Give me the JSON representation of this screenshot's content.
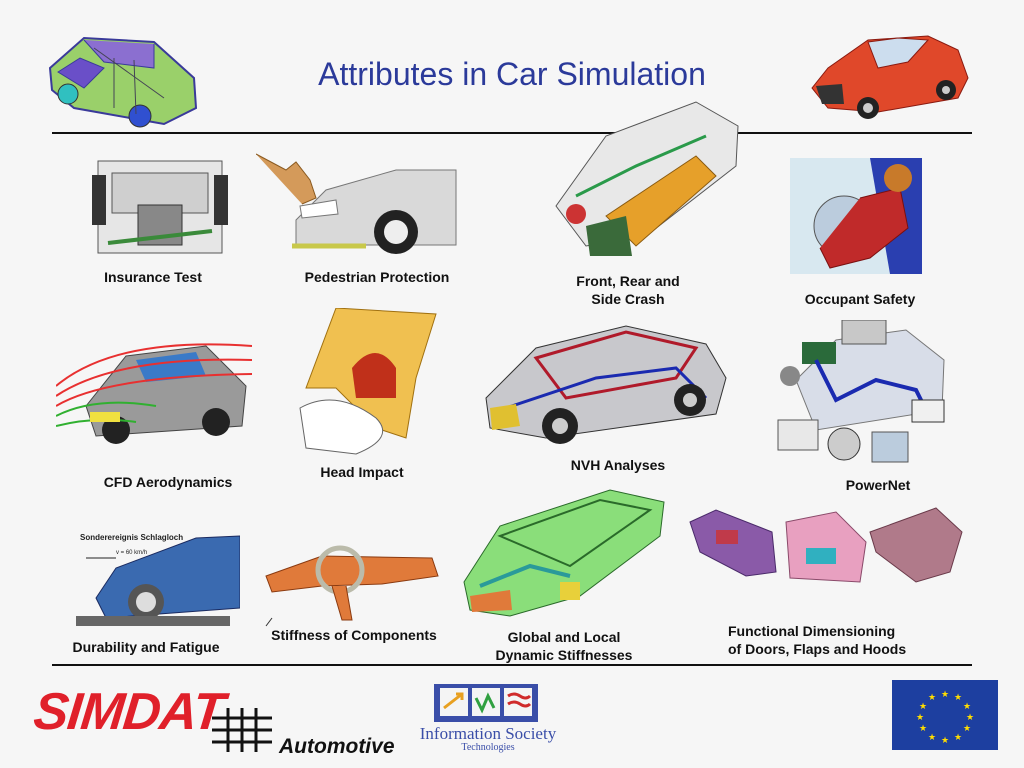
{
  "slide": {
    "title": "Attributes in Car Simulation"
  },
  "panels": [
    {
      "id": "insurance-test",
      "lines": [
        "Insurance Test"
      ]
    },
    {
      "id": "pedestrian-protection",
      "lines": [
        "Pedestrian Protection"
      ]
    },
    {
      "id": "front-rear-side-crash",
      "lines": [
        "Front, Rear and",
        "Side Crash"
      ]
    },
    {
      "id": "occupant-safety",
      "lines": [
        "Occupant Safety"
      ]
    },
    {
      "id": "cfd-aerodynamics",
      "lines": [
        "CFD Aerodynamics"
      ]
    },
    {
      "id": "head-impact",
      "lines": [
        "Head Impact"
      ]
    },
    {
      "id": "nvh-analyses",
      "lines": [
        "NVH Analyses"
      ]
    },
    {
      "id": "powernet",
      "lines": [
        "PowerNet"
      ]
    },
    {
      "id": "durability-fatigue",
      "lines": [
        "Durability and Fatigue"
      ]
    },
    {
      "id": "stiffness-components",
      "lines": [
        "Stiffness of Components"
      ]
    },
    {
      "id": "global-local-stiffness",
      "lines": [
        "Global and Local",
        "Dynamic Stiffnesses"
      ]
    },
    {
      "id": "functional-dimensioning",
      "lines": [
        "Functional Dimensioning",
        "of Doors, Flaps and Hoods"
      ]
    }
  ],
  "durability_inset": {
    "label": "Sonderereignis Schlagloch",
    "speed": "v = 60 km/h"
  },
  "footer": {
    "simdat": "SIMDAT",
    "automotive": "Automotive",
    "ist_line1": "Information Society",
    "ist_line2": "Technologies"
  },
  "colors": {
    "title": "#2b3a9a",
    "simdat_red": "#e0202a",
    "eu_blue": "#1d3fa0",
    "eu_star": "#ffdd00"
  }
}
